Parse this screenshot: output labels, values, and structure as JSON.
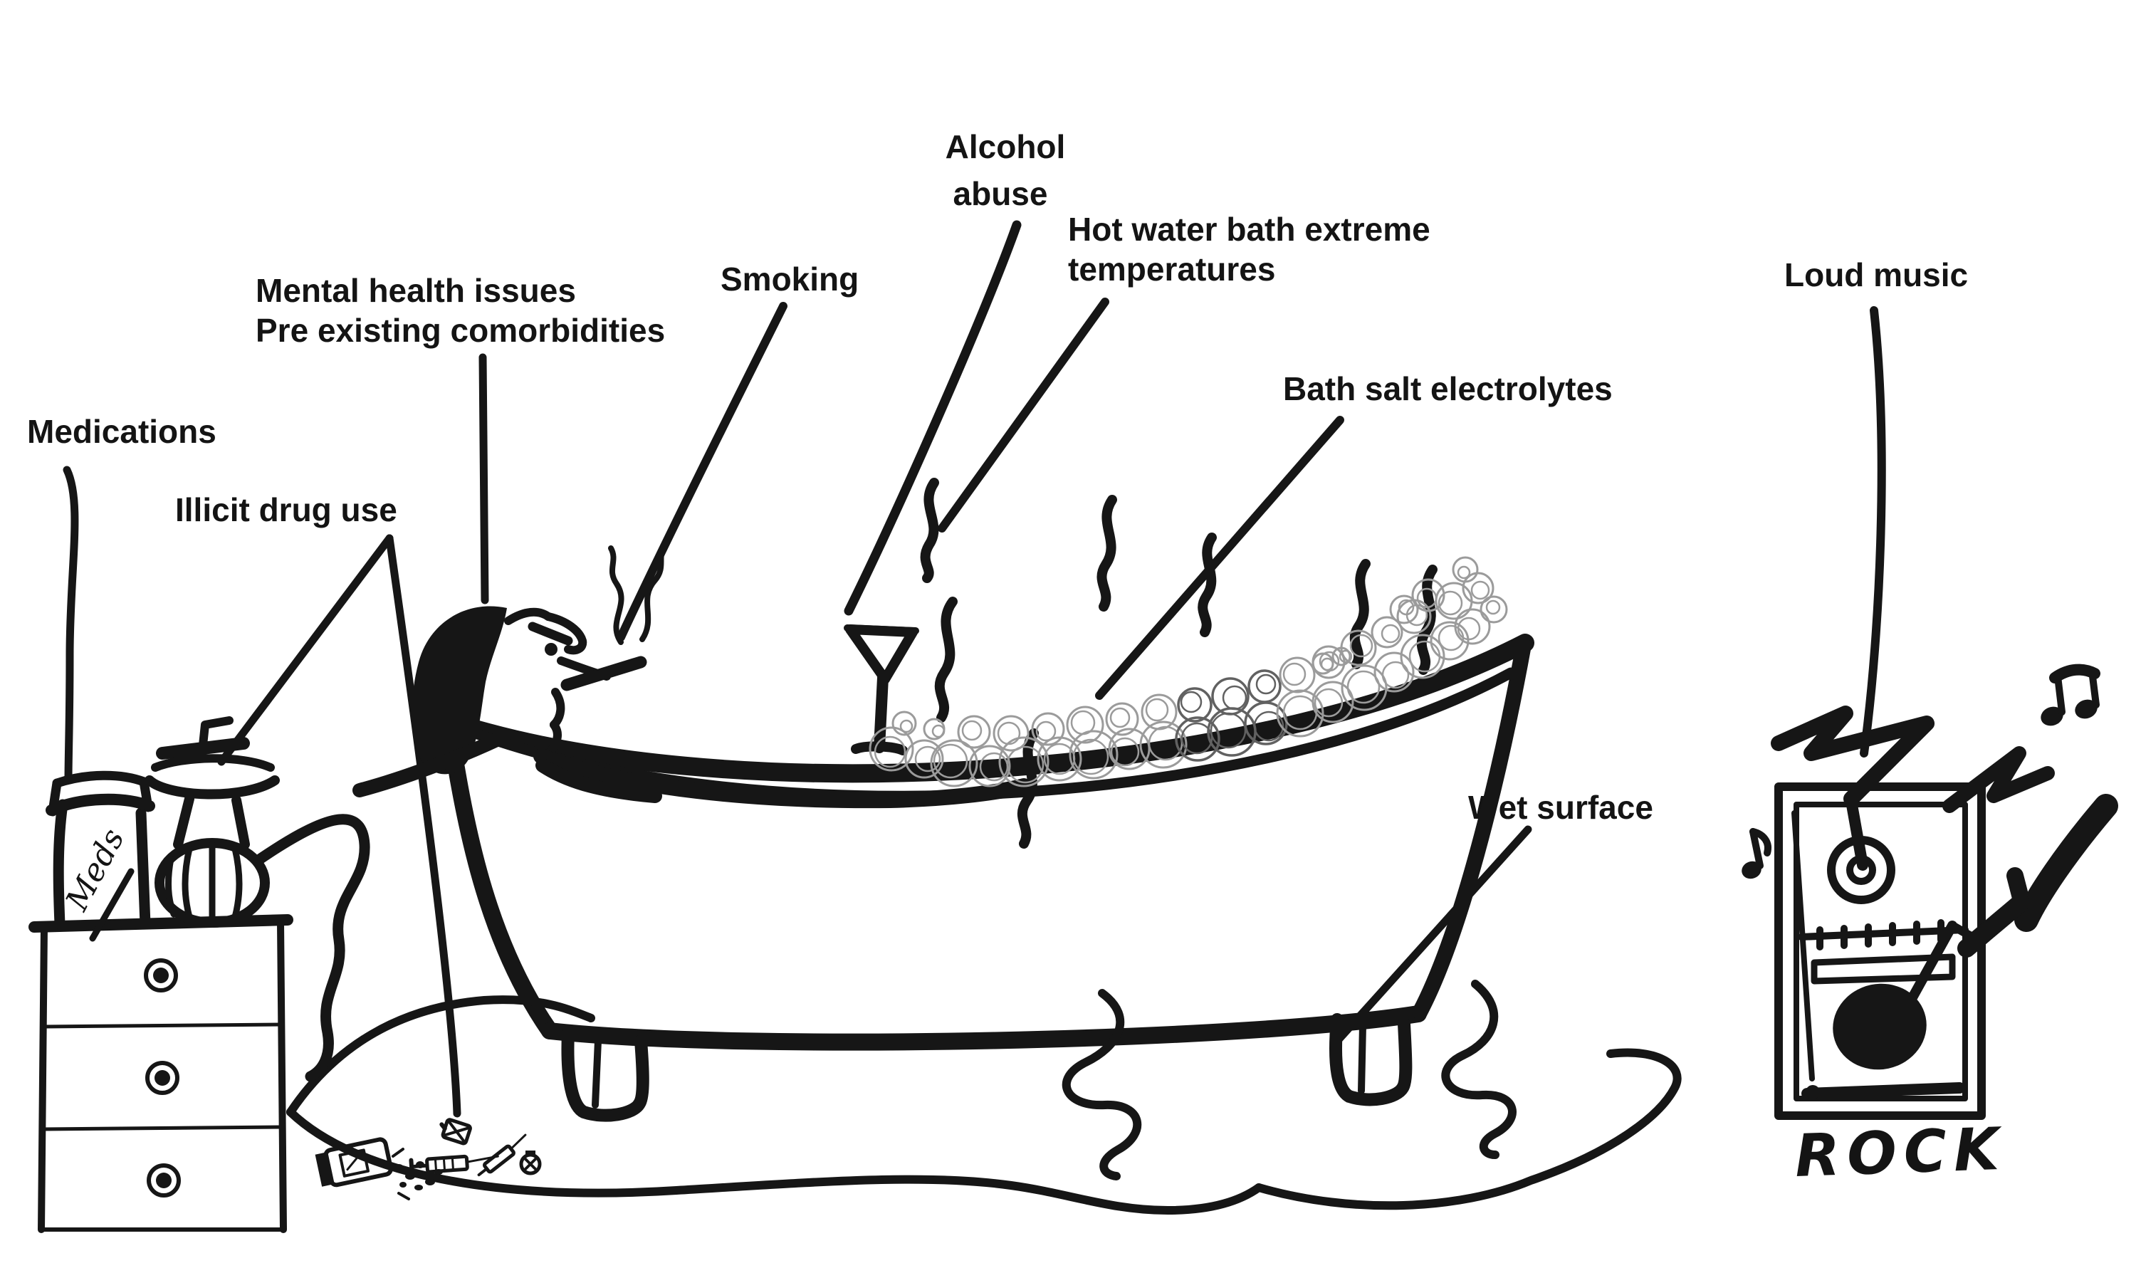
{
  "figure": {
    "description_labels": {
      "medications": "Medications",
      "illicit_drug_use": "Illicit drug use",
      "mental_health_line1": "Mental health issues",
      "mental_health_line2": "Pre existing comorbidities",
      "smoking": "Smoking",
      "alcohol_line1": "Alcohol",
      "alcohol_line2": "abuse",
      "hot_water_line1": "Hot water bath extreme",
      "hot_water_line2": "temperatures",
      "bath_salt": "Bath salt electrolytes",
      "wet_surface": "Wet surface",
      "loud_music": "Loud music",
      "rock": "ROCK",
      "meds_bottle": "Meds"
    },
    "colors": {
      "ink": "#161616",
      "bubble_gray": "#9b9b9b",
      "bubble_dark_gray": "#616161",
      "background": "#ffffff"
    }
  }
}
